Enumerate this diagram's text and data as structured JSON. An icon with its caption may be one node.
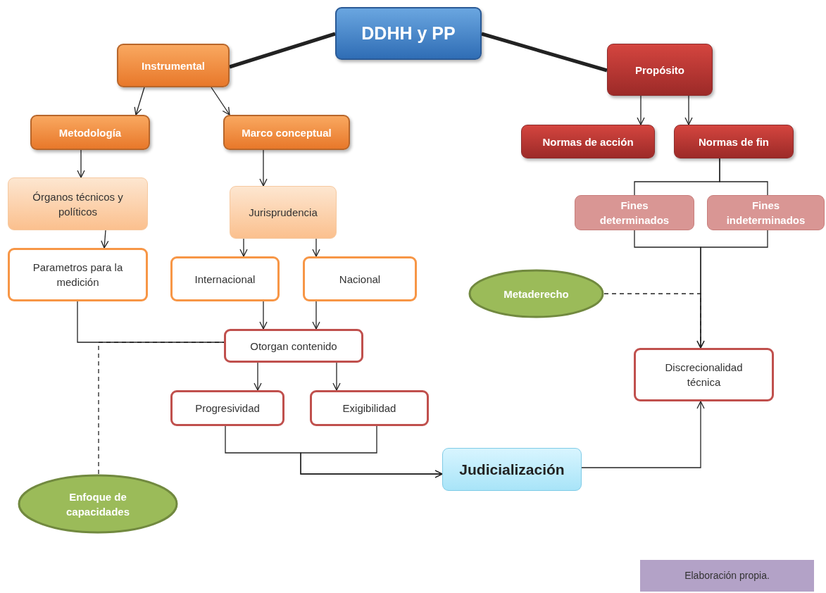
{
  "diagram": {
    "nodes": [
      {
        "text": [
          "DDHH y PP"
        ]
      },
      {
        "text": [
          "Instrumental"
        ]
      },
      {
        "text": [
          "Propósito"
        ]
      },
      {
        "text": [
          "Metodología"
        ]
      },
      {
        "text": [
          "Marco conceptual"
        ]
      },
      {
        "text": [
          "Normas de acción"
        ]
      },
      {
        "text": [
          "Normas de fin"
        ]
      },
      {
        "text": [
          "Órganos técnicos y políticos"
        ]
      },
      {
        "text": [
          "Jurisprudencia"
        ]
      },
      {
        "text": [
          "Parametros para la medición"
        ]
      },
      {
        "text": [
          "Internacional"
        ]
      },
      {
        "text": [
          "Nacional"
        ]
      },
      {
        "text": [
          "Fines determinados"
        ]
      },
      {
        "text": [
          "Fines indeterminados"
        ]
      },
      {
        "text": [
          "Metaderecho"
        ]
      },
      {
        "text": [
          "Otorgan contenido"
        ]
      },
      {
        "text": [
          "Discrecionalidad técnica"
        ]
      },
      {
        "text": [
          "Progresividad"
        ]
      },
      {
        "text": [
          "Exigibilidad"
        ]
      },
      {
        "text": [
          "Judicialización"
        ]
      },
      {
        "text": [
          "Enfoque de capacidades"
        ]
      },
      {
        "text": [
          "Elaboración propia."
        ]
      }
    ],
    "edges": [
      {
        "from": 0,
        "to": 1,
        "arrow": "none",
        "style": "thick"
      },
      {
        "from": 0,
        "to": 2,
        "arrow": "none",
        "style": "thick"
      },
      {
        "from": 1,
        "to": 3,
        "arrow": "to"
      },
      {
        "from": 1,
        "to": 4,
        "arrow": "to"
      },
      {
        "from": 2,
        "to": 5,
        "arrow": "to"
      },
      {
        "from": 2,
        "to": 6,
        "arrow": "to"
      },
      {
        "from": 3,
        "to": 7,
        "arrow": "to"
      },
      {
        "from": 4,
        "to": 8,
        "arrow": "to"
      },
      {
        "from": 7,
        "to": 9,
        "arrow": "to"
      },
      {
        "from": 8,
        "to": 10,
        "arrow": "to"
      },
      {
        "from": 8,
        "to": 11,
        "arrow": "to"
      },
      {
        "from": 6,
        "to": 12,
        "arrow": "none"
      },
      {
        "from": 6,
        "to": 13,
        "arrow": "none"
      },
      {
        "from": 12,
        "to": 16,
        "arrow": "to"
      },
      {
        "from": 13,
        "to": 16,
        "arrow": "to"
      },
      {
        "from": 14,
        "to": 16,
        "arrow": "none",
        "style": "dashed"
      },
      {
        "from": 10,
        "to": 15,
        "arrow": "to"
      },
      {
        "from": 11,
        "to": 15,
        "arrow": "to"
      },
      {
        "from": 9,
        "to": 15,
        "arrow": "none"
      },
      {
        "from": 20,
        "to": 15,
        "arrow": "none",
        "style": "dashed"
      },
      {
        "from": 15,
        "to": 17,
        "arrow": "to"
      },
      {
        "from": 15,
        "to": 18,
        "arrow": "to"
      },
      {
        "from": 17,
        "to": 19,
        "arrow": "to"
      },
      {
        "from": 18,
        "to": 19,
        "arrow": "to"
      },
      {
        "from": 19,
        "to": 16,
        "arrow": "to"
      }
    ]
  }
}
